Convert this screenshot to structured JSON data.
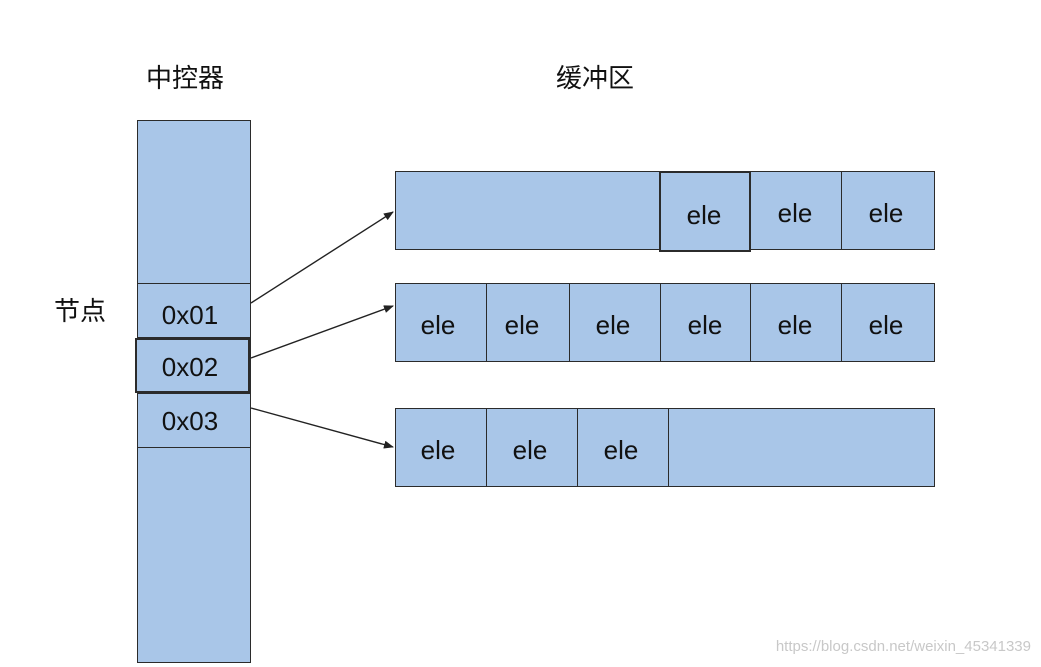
{
  "controller": {
    "title": "中控器",
    "node_label": "节点",
    "slots": [
      "0x01",
      "0x02",
      "0x03"
    ]
  },
  "buffer": {
    "title": "缓冲区",
    "rows": [
      [
        "ele",
        "ele",
        "ele"
      ],
      [
        "ele",
        "ele",
        "ele",
        "ele",
        "ele",
        "ele"
      ],
      [
        "ele",
        "ele",
        "ele"
      ]
    ]
  },
  "watermark": "https://blog.csdn.net/weixin_45341339",
  "colors": {
    "fill": "#a9c6e8",
    "stroke": "#2b2b2b"
  }
}
